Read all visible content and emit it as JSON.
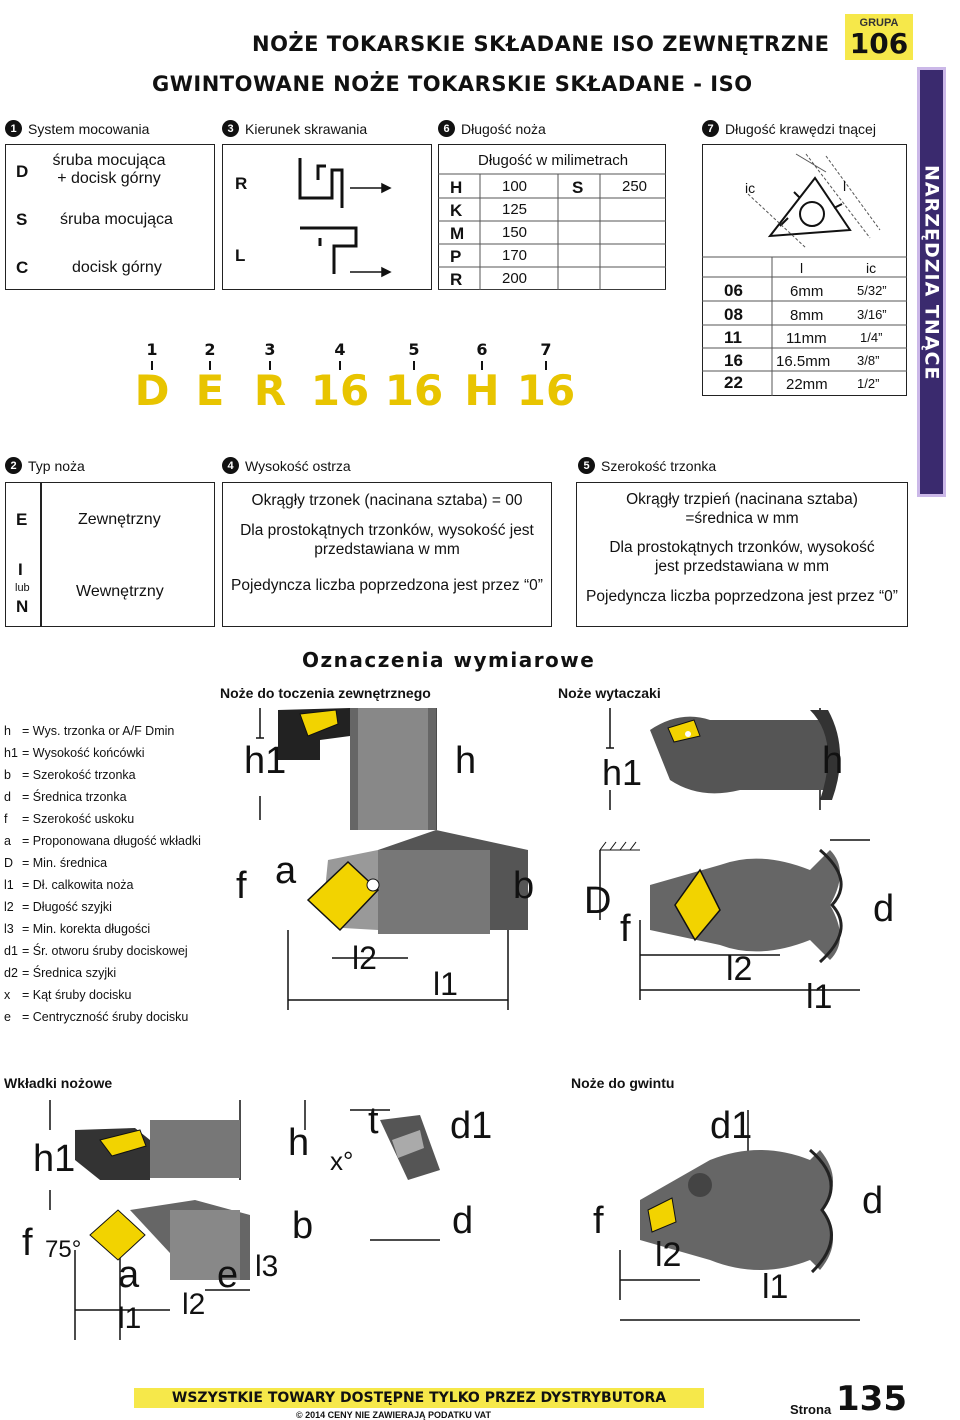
{
  "header": {
    "title": "NOŻE TOKARSKIE SKŁADANE ISO ZEWNĘTRZNE",
    "subtitle": "GWINTOWANE NOŻE TOKARSKIE SKŁADANE - ISO",
    "group_label": "GRUPA",
    "group_number": "106"
  },
  "side_tab": "NARZĘDZIA TNĄCE",
  "sec1": {
    "num": "1",
    "title": "System mocowania",
    "rows": [
      {
        "code": "D",
        "text": "śruba mocująca + docisk górny"
      },
      {
        "code": "S",
        "text": "śruba mocująca"
      },
      {
        "code": "C",
        "text": "docisk górny"
      }
    ]
  },
  "sec3": {
    "num": "3",
    "title": "Kierunek skrawania",
    "codes": [
      "R",
      "L"
    ]
  },
  "sec6": {
    "num": "6",
    "title": "Długość noża",
    "caption": "Długość w milimetrach",
    "rows": [
      {
        "code": "H",
        "value": "100"
      },
      {
        "code": "K",
        "value": "125"
      },
      {
        "code": "M",
        "value": "150"
      },
      {
        "code": "P",
        "value": "170"
      },
      {
        "code": "R",
        "value": "200"
      }
    ],
    "extra_code": "S",
    "extra_value": "250"
  },
  "sec7": {
    "num": "7",
    "title": "Długość krawędzi tnącej",
    "diagram_labels": {
      "ic": "ic",
      "l": "l"
    },
    "col_l": "l",
    "col_ic": "ic",
    "rows": [
      {
        "code": "06",
        "l": "6mm",
        "ic": "5/32”"
      },
      {
        "code": "08",
        "l": "8mm",
        "ic": "3/16”"
      },
      {
        "code": "11",
        "l": "11mm",
        "ic": "1/4”"
      },
      {
        "code": "16",
        "l": "16.5mm",
        "ic": "3/8”"
      },
      {
        "code": "22",
        "l": "22mm",
        "ic": "1/2”"
      }
    ]
  },
  "code_example": {
    "numbers": [
      "1",
      "2",
      "3",
      "4",
      "5",
      "6",
      "7"
    ],
    "letters": [
      "D",
      "E",
      "R",
      "16",
      "16",
      "H",
      "16"
    ]
  },
  "sec2": {
    "num": "2",
    "title": "Typ noża",
    "rows": [
      {
        "code": "E",
        "text": "Zewnętrzny"
      },
      {
        "code": "I",
        "sub": "lub",
        "code2": "N",
        "text": "Wewnętrzny"
      }
    ]
  },
  "sec4": {
    "num": "4",
    "title": "Wysokość ostrza",
    "p1": "Okrągły trzonek (nacinana sztaba) = 00",
    "p2": "Dla prostokątnych trzonków, wysokość jest przedstawiana w mm",
    "p3": "Pojedyncza liczba poprzedzona jest przez “0”"
  },
  "sec5": {
    "num": "5",
    "title": "Szerokość trzonka",
    "p1": "Okrągły trzpień (nacinana sztaba) =średnica w mm",
    "p2": "Dla prostokątnych trzonków, wysokość jest przedstawiana w mm",
    "p3": "Pojedyncza liczba poprzedzona jest przez “0”"
  },
  "dims": {
    "title": "Oznaczenia wymiarowe",
    "ext_label": "Noże do toczenia zewnętrznego",
    "bore_label": "Noże wytaczaki",
    "legend": [
      {
        "sym": "h",
        "text": "= Wys. trzonka or A/F Dmin"
      },
      {
        "sym": "h1",
        "text": "= Wysokość końcówki"
      },
      {
        "sym": "b",
        "text": "= Szerokość trzonka"
      },
      {
        "sym": "d",
        "text": "= Średnica trzonka"
      },
      {
        "sym": "f",
        "text": "= Szerokość uskoku"
      },
      {
        "sym": "a",
        "text": "= Proponowana długość wkładki"
      },
      {
        "sym": "D",
        "text": "= Min. średnica"
      },
      {
        "sym": "l1",
        "text": "= Dł. calkowita noża"
      },
      {
        "sym": "l2",
        "text": "= Długość szyjki"
      },
      {
        "sym": "l3",
        "text": "= Min. korekta długości"
      },
      {
        "sym": "d1",
        "text": "= Śr. otworu śruby dociskowej"
      },
      {
        "sym": "d2",
        "text": "= Średnica szyjki"
      },
      {
        "sym": "x",
        "text": "= Kąt śruby docisku"
      },
      {
        "sym": "e",
        "text": "= Centryczność śruby docisku"
      }
    ],
    "ext_labels": {
      "h1": "h1",
      "h": "h",
      "f": "f",
      "a": "a",
      "b": "b",
      "l2": "l2",
      "l1": "l1"
    },
    "bore_labels": {
      "h1": "h1",
      "h": "h",
      "D": "D",
      "f": "f",
      "d": "d",
      "l2": "l2",
      "l1": "l1"
    }
  },
  "inserts": {
    "title": "Wkładki nożowe",
    "labels": {
      "h1": "h1",
      "f": "f",
      "angle": "75°",
      "a": "a",
      "l1": "l1",
      "l2": "l2",
      "e": "e",
      "l3": "l3",
      "h": "h",
      "b": "b",
      "x": "x°",
      "t": "t",
      "d1": "d1",
      "d": "d"
    }
  },
  "thread": {
    "title": "Noże do gwintu",
    "labels": {
      "d1": "d1",
      "f": "f",
      "d": "d",
      "l2": "l2",
      "l1": "l1"
    }
  },
  "footer": {
    "banner": "WSZYSTKIE TOWARY DOSTĘPNE TYLKO PRZEZ DYSTRYBUTORA",
    "note": "© 2014  CENY NIE ZAWIERAJĄ PODATKU VAT",
    "page_label": "Strona",
    "page_number": "135"
  },
  "colors": {
    "accent_yellow": "#f6e84a",
    "code_yellow": "#e8c400",
    "side_tab": "#3a2a6e"
  }
}
